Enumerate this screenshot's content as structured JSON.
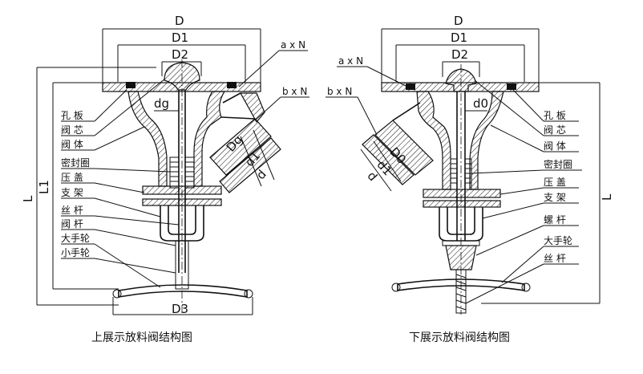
{
  "left": {
    "dims": {
      "D": "D",
      "D1": "D1",
      "D2": "D2",
      "dg": "dg",
      "Dg": "Dg",
      "d1": "d1",
      "d": "d",
      "D3": "D3",
      "L": "L",
      "L1": "L1",
      "axN": "a x N",
      "bxN": "b x N"
    },
    "labels": [
      "孔 板",
      "阀 芯",
      "阀 体",
      "密封圈",
      "压 盖",
      "支 架",
      "丝 杆",
      "阀 杆",
      "大手轮",
      "小手轮"
    ],
    "caption": "上展示放料阀结构图"
  },
  "right": {
    "dims": {
      "D": "D",
      "D1": "D1",
      "D2": "D2",
      "d0": "d0",
      "D0": "D0",
      "d1": "d1",
      "d": "d",
      "L": "L",
      "axN": "a x N",
      "bxN": "b x N"
    },
    "labels": [
      "孔 板",
      "阀 芯",
      "阀 体",
      "密封圈",
      "压 盖",
      "支 架",
      "螺 杆",
      "大手轮",
      "丝 杆"
    ],
    "caption": "下展示放料阀结构图"
  }
}
